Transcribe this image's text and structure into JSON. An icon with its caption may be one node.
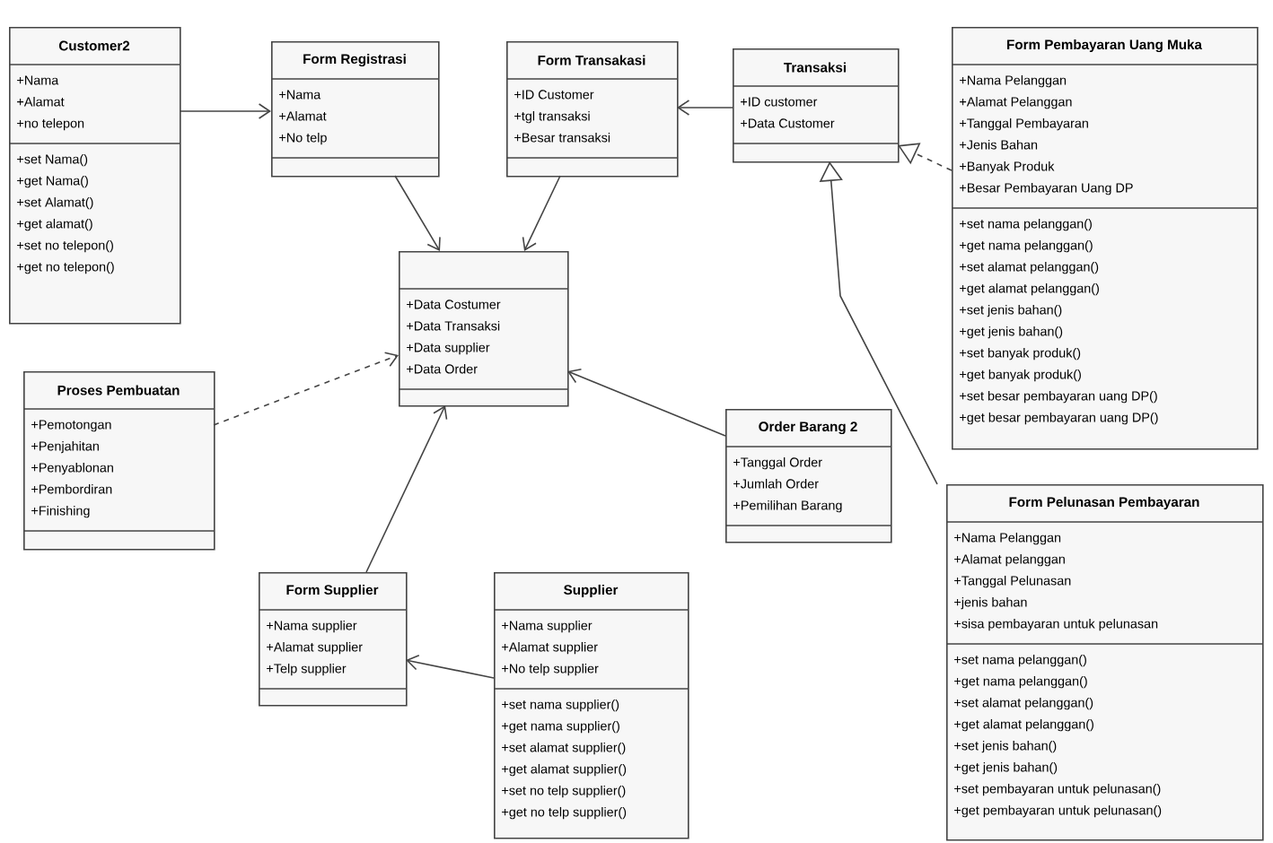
{
  "diagram": {
    "nodes": [
      {
        "text": [
          "Customer2",
          "+Nama",
          "+Alamat",
          "+no telepon",
          "+set Nama()",
          "+get Nama()",
          "+set Alamat()",
          "+get alamat()",
          "+set no telepon()",
          "+get no telepon()"
        ]
      },
      {
        "text": [
          "Form Registrasi",
          "+Nama",
          "+Alamat",
          "+No telp"
        ]
      },
      {
        "text": [
          "Form Transakasi",
          "+ID Customer",
          "+tgl transaksi",
          "+Besar transaksi"
        ]
      },
      {
        "text": [
          "Transaksi",
          "+ID customer",
          "+Data Customer"
        ]
      },
      {
        "text": [
          "Form Pembayaran Uang Muka",
          "+Nama Pelanggan",
          "+Alamat Pelanggan",
          "+Tanggal Pembayaran",
          "+Jenis Bahan",
          "+Banyak Produk",
          "+Besar Pembayaran Uang DP",
          "+set nama pelanggan()",
          "+get nama pelanggan()",
          "+set alamat pelanggan()",
          "+get alamat pelanggan()",
          "+set jenis bahan()",
          "+get jenis bahan()",
          "+set banyak produk()",
          "+get banyak produk()",
          "+set besar pembayaran uang DP()",
          "+get besar pembayaran uang DP()"
        ]
      },
      {
        "text": [
          "+Data Costumer",
          "+Data Transaksi",
          "+Data supplier",
          "+Data Order"
        ]
      },
      {
        "text": [
          "Proses Pembuatan",
          "+Pemotongan",
          "+Penjahitan",
          "+Penyablonan",
          "+Pembordiran",
          "+Finishing"
        ]
      },
      {
        "text": [
          "Order Barang 2",
          "+Tanggal Order",
          "+Jumlah Order",
          "+Pemilihan Barang"
        ]
      },
      {
        "text": [
          "Form Supplier",
          "+Nama supplier",
          "+Alamat supplier",
          "+Telp supplier"
        ]
      },
      {
        "text": [
          "Supplier",
          "+Nama supplier",
          "+Alamat supplier",
          "+No telp supplier",
          "+set nama supplier()",
          "+get nama supplier()",
          "+set alamat supplier()",
          "+get alamat supplier()",
          "+set no telp supplier()",
          "+get no telp supplier()"
        ]
      },
      {
        "text": [
          "Form Pelunasan Pembayaran",
          "+Nama Pelanggan",
          "+Alamat pelanggan",
          "+Tanggal Pelunasan",
          "+jenis bahan",
          "+sisa pembayaran untuk pelunasan",
          "+set nama pelanggan()",
          "+get nama pelanggan()",
          "+set alamat pelanggan()",
          "+get alamat pelanggan()",
          "+set jenis bahan()",
          "+get jenis bahan()",
          "+set pembayaran untuk pelunasan()",
          "+get pembayaran untuk pelunasan()"
        ]
      }
    ],
    "edges": [
      {
        "from": 0,
        "to": 1,
        "arrow": "to"
      },
      {
        "from": 1,
        "to": 5,
        "arrow": "to"
      },
      {
        "from": 2,
        "to": 5,
        "arrow": "to"
      },
      {
        "from": 3,
        "to": 2,
        "arrow": "to"
      },
      {
        "from": 4,
        "to": 3,
        "arrow": "to",
        "style": "dashed"
      },
      {
        "from": 10,
        "to": 3,
        "arrow": "to"
      },
      {
        "from": 6,
        "to": 5,
        "arrow": "to",
        "style": "dashed"
      },
      {
        "from": 7,
        "to": 5,
        "arrow": "to"
      },
      {
        "from": 8,
        "to": 5,
        "arrow": "to"
      },
      {
        "from": 9,
        "to": 8,
        "arrow": "to"
      }
    ]
  }
}
